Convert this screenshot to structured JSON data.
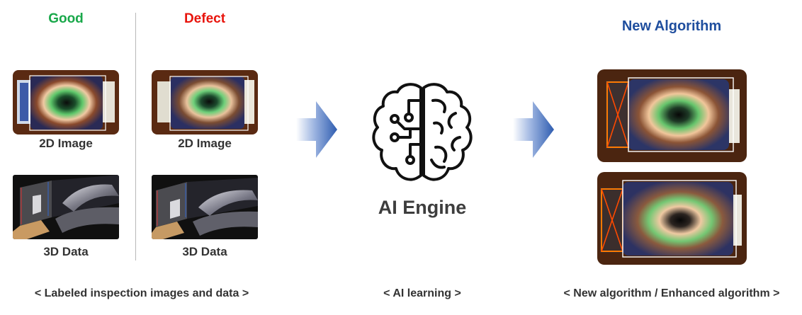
{
  "labeled": {
    "good_title": "Good",
    "defect_title": "Defect",
    "image_label_good": "2D Image",
    "image_label_defect": "2D Image",
    "data_label_good": "3D Data",
    "data_label_defect": "3D Data"
  },
  "engine": {
    "label": "AI Engine"
  },
  "algorithm": {
    "title": "New Algorithm"
  },
  "captions": {
    "left": "< Labeled inspection images and data >",
    "middle": "< AI learning >",
    "right": "< New algorithm / Enhanced algorithm >"
  },
  "colors": {
    "good": "#19a84a",
    "defect": "#e8140c",
    "algorithm": "#1f4e9e",
    "arrow": "#2f5db0",
    "icon": "#111111"
  }
}
